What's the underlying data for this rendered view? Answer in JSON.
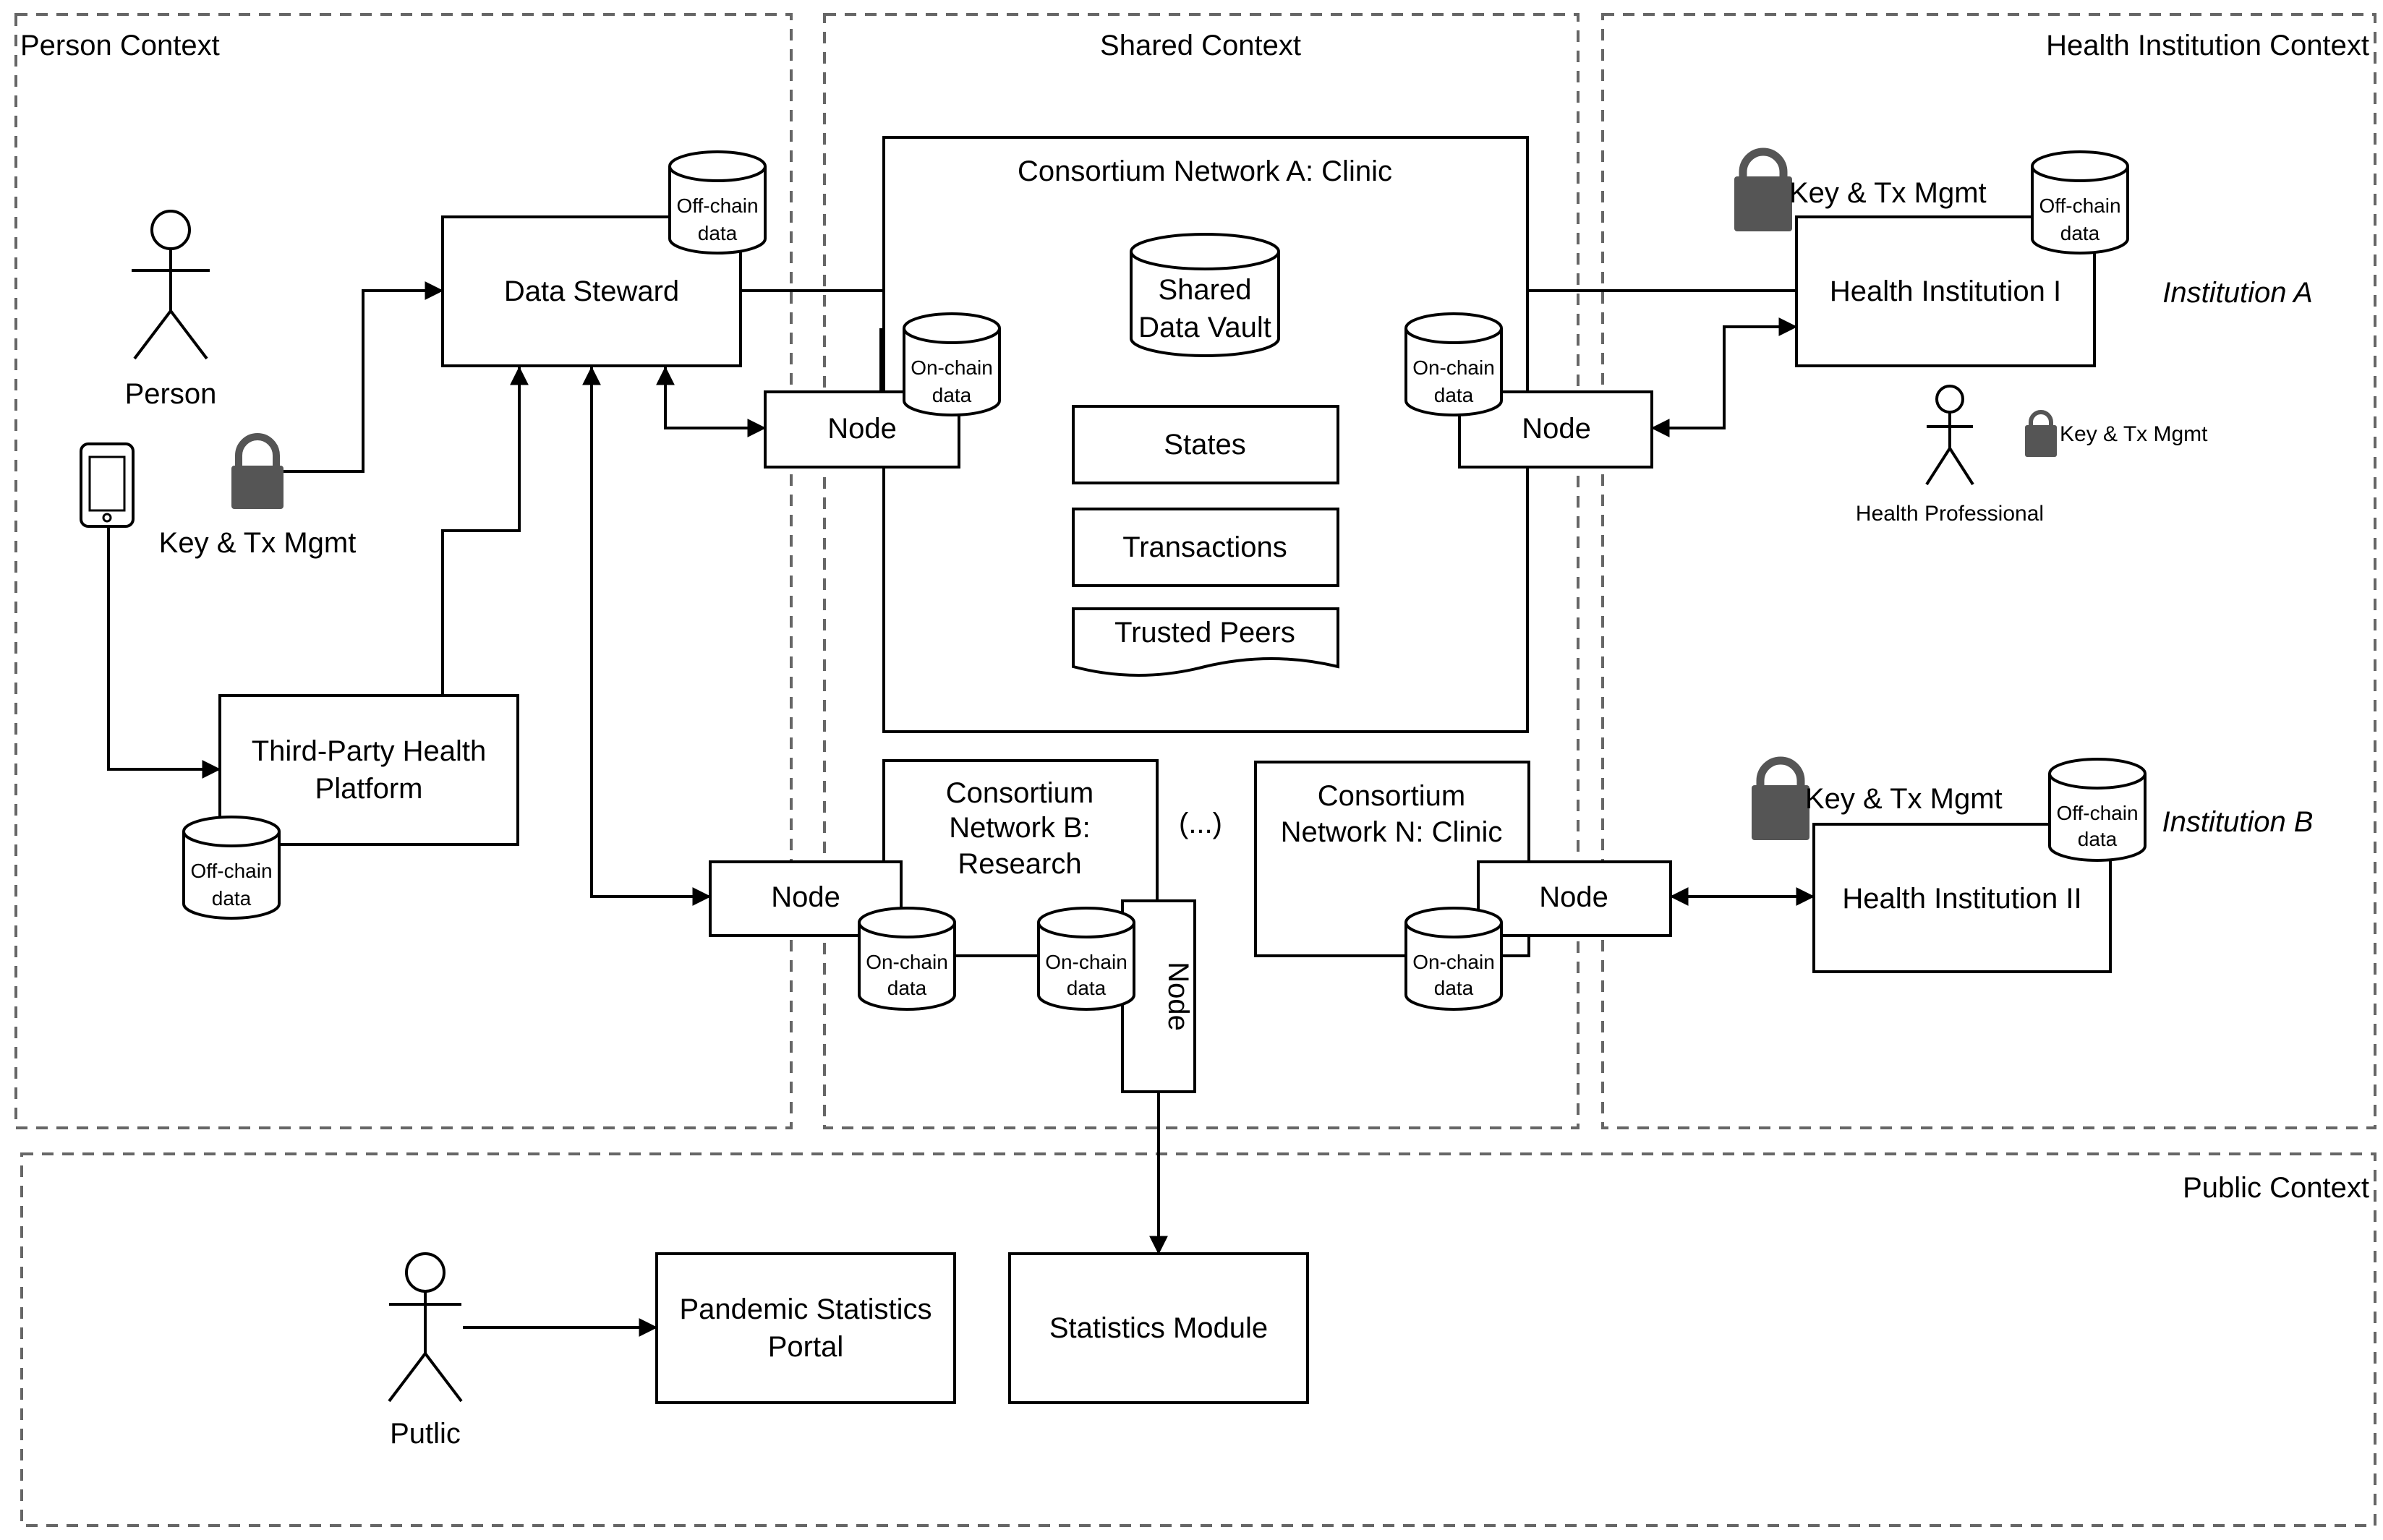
{
  "contexts": {
    "person": "Person Context",
    "shared": "Shared Context",
    "health": "Health Institution Context",
    "public": "Public Context"
  },
  "actors": {
    "person": "Person",
    "health_professional": "Health Professional",
    "public": "Putlic"
  },
  "boxes": {
    "data_steward": "Data Steward",
    "third_party_1": "Third-Party Health",
    "third_party_2": "Platform",
    "consortium_a": "Consortium Network A: Clinic",
    "shared_vault_1": "Shared",
    "shared_vault_2": "Data Vault",
    "states": "States",
    "transactions": "Transactions",
    "trusted_peers": "Trusted Peers",
    "consortium_b_1": "Consortium",
    "consortium_b_2": "Network B:",
    "consortium_b_3": "Research",
    "consortium_n_1": "Consortium",
    "consortium_n_2": "Network N: Clinic",
    "ellipsis": "(...)",
    "node": "Node",
    "health_institution_1": "Health Institution I",
    "health_institution_2": "Health Institution II",
    "pandemic_portal_1": "Pandemic Statistics",
    "pandemic_portal_2": "Portal",
    "statistics_module": "Statistics Module"
  },
  "labels": {
    "key_tx": "Key & Tx Mgmt",
    "institution_a": "Institution A",
    "institution_b": "Institution B",
    "off_chain": "Off-chain",
    "on_chain": "On-chain",
    "data": "data"
  },
  "colors": {
    "context_border": "#666666",
    "lock": "#555555",
    "stroke": "#000000"
  },
  "icons": [
    "person-icon",
    "phone-icon",
    "lock-icon",
    "database-icon"
  ]
}
